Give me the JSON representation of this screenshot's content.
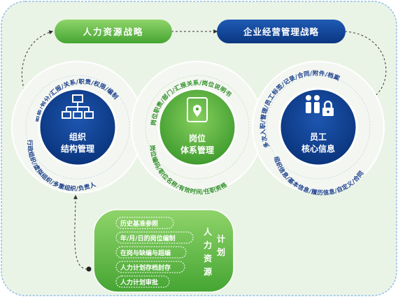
{
  "top_flow": {
    "left_pill": "人力资源战略",
    "right_pill": "企业经营管理战略"
  },
  "circles": [
    {
      "id": "org",
      "title_line1": "组织",
      "title_line2": "结构管理",
      "icon": "org-chart-icon",
      "arc_top": "职能/划分/汇报/关系/职责/权限/编制",
      "arc_bottom": "行政组织/虚拟组织/多重组织/负责人"
    },
    {
      "id": "post",
      "title_line1": "岗位",
      "title_line2": "体系管理",
      "icon": "location-pin-icon",
      "arc_top": "岗位职责/部门/汇报关系/岗位说明书",
      "arc_bottom": "岗位编码/职位名称/有效时间/任职资格"
    },
    {
      "id": "staff",
      "title_line1": "员工",
      "title_line2": "核心信息",
      "icon": "people-lock-icon",
      "arc_top": "多次入职/管理/员工标签/记录/合同/附件/档案",
      "arc_bottom": "组织信息/基本信息/履历信息/自定义/合同"
    }
  ],
  "plan_box": {
    "title_chars": [
      "人",
      "力",
      "计",
      "资",
      "划",
      "源"
    ],
    "items": [
      "历史基准参照",
      "年/月/日的岗位编制",
      "在岗与缺编与超编",
      "人力计划存档封存",
      "人力计划审批"
    ]
  },
  "colors": {
    "green": "#6cc04a",
    "dark_green": "#3a9a2e",
    "navy": "#0b3e8f",
    "light_green_bg": "#e9f4e4",
    "circle_ring": "#eef3ea"
  }
}
